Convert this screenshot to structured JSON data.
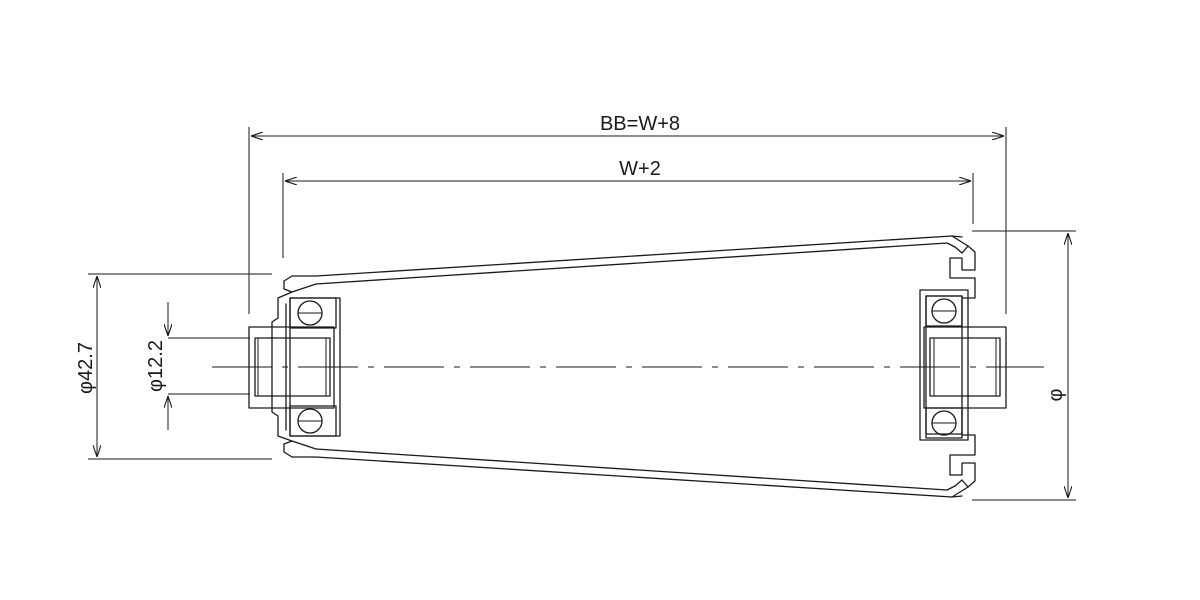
{
  "dimensions": {
    "overall_length": "BB=W+8",
    "tube_length": "W+2",
    "large_end_diameter": "φ42.7",
    "bore_diameter": "φ12.2",
    "small_end_diameter": "φ"
  },
  "colors": {
    "line": "#1a1a1a",
    "background": "#ffffff"
  }
}
